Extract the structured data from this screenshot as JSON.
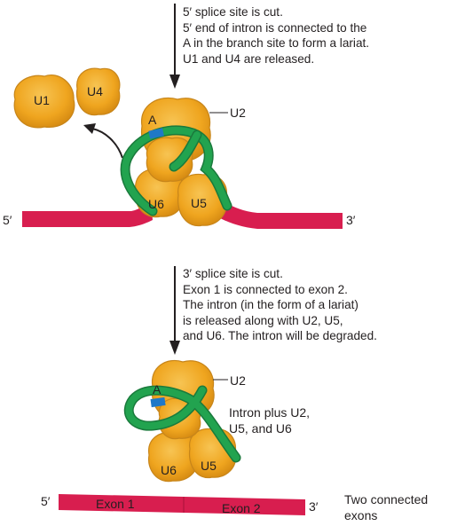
{
  "step1": {
    "caption": [
      "5′ splice site is cut.",
      "5′ end of intron is connected to the",
      "A in the branch site to form a lariat.",
      "U1 and U4 are released."
    ],
    "labels": {
      "u1": "U1",
      "u4": "U4",
      "u2": "U2",
      "u6": "U6",
      "u5": "U5",
      "a": "A",
      "five_prime": "5′",
      "three_prime": "3′"
    }
  },
  "step2": {
    "caption": [
      "3′ splice site is cut.",
      "Exon 1 is connected to exon 2.",
      "The intron (in the form of a lariat)",
      "is released along with U2, U5,",
      "and U6. The intron will be degraded."
    ],
    "labels": {
      "u2": "U2",
      "u6": "U6",
      "u5": "U5",
      "a": "A",
      "intron_note": [
        "Intron plus U2,",
        "U5, and U6"
      ],
      "five_prime": "5′",
      "three_prime": "3′",
      "exon1": "Exon 1",
      "exon2": "Exon 2",
      "result": [
        "Two connected",
        "exons"
      ]
    }
  },
  "colors": {
    "snrnp_fill": "#f0a81e",
    "snrnp_edge": "#c7851a",
    "intron": "#1f9a4a",
    "exon": "#d81e4f",
    "branch_a": "#1f78c8"
  }
}
